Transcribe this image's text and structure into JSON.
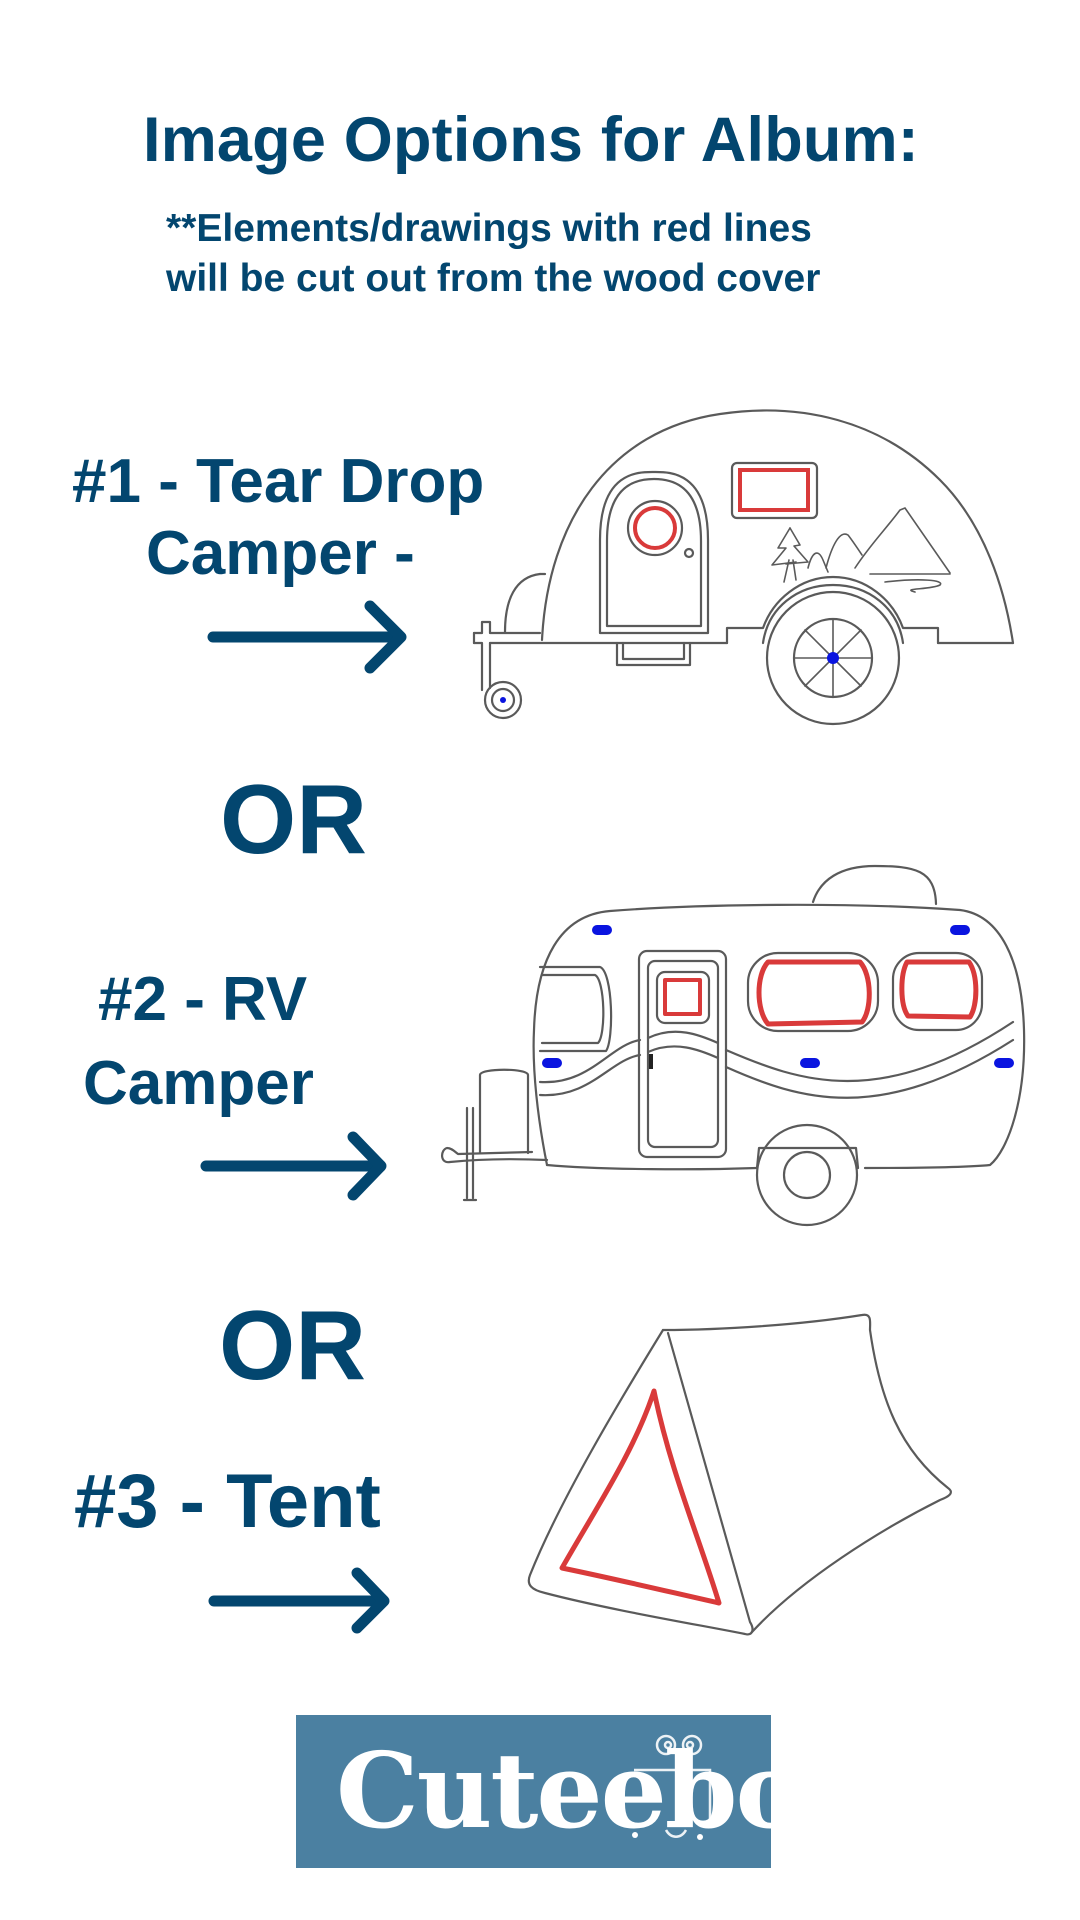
{
  "header": {
    "title": "Image Options for Album:",
    "note_line1": "**Elements/drawings with red lines",
    "note_line2": "will be cut out from the wood cover"
  },
  "options": [
    {
      "number": "#1",
      "label_line1": "#1 - Tear Drop",
      "label_line2": "Camper -",
      "drawing": "teardrop-camper"
    },
    {
      "number": "#2",
      "label_line1": "#2 - RV",
      "label_line2": "Camper",
      "drawing": "rv-camper"
    },
    {
      "number": "#3",
      "label_line1": "#3 - Tent",
      "label_line2": "",
      "drawing": "tent"
    }
  ],
  "separators": [
    "OR",
    "OR"
  ],
  "arrows": [
    "arrow-right-icon",
    "arrow-right-icon",
    "arrow-right-icon"
  ],
  "logo": {
    "text": "Cuteeboo"
  },
  "colors": {
    "text": "#03466f",
    "cut_line": "#d93a3a",
    "outline": "#555555",
    "marker": "#0a14e0",
    "logo_bg": "#4b80a1",
    "logo_text": "#ffffff"
  }
}
